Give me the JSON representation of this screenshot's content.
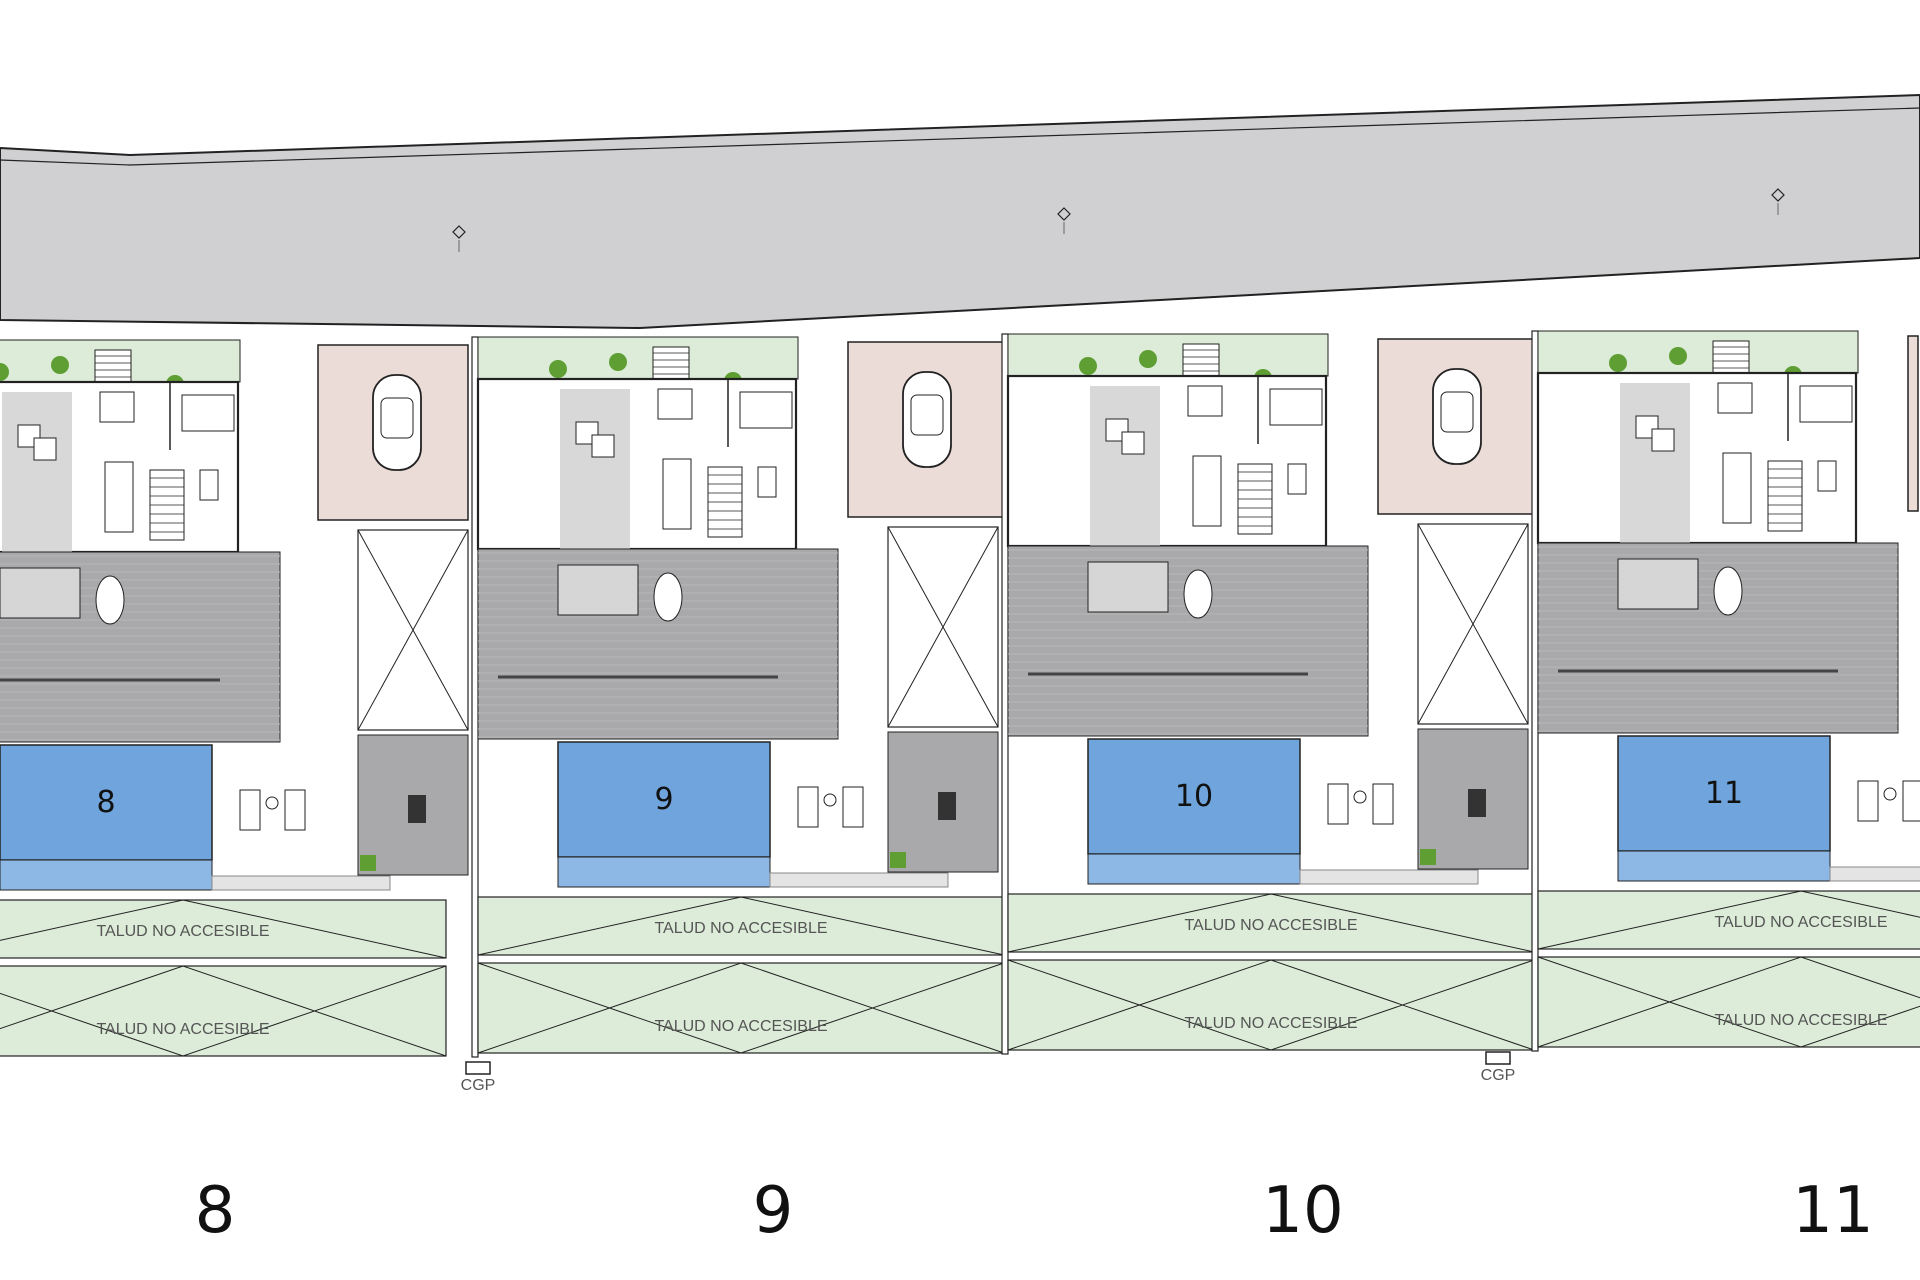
{
  "colors": {
    "road": "#d0d0d2",
    "garden": "#dcecd8",
    "pool": "#6fa5dc",
    "deck": "#a9a9ab",
    "parking": "#ecdcd8",
    "line": "#222222",
    "hedge": "#5e9e33"
  },
  "lots": [
    {
      "pool_number": "8",
      "lot_number": "8",
      "slope_upper": "TALUD NO ACCESIBLE",
      "slope_lower": "TALUD NO ACCESIBLE"
    },
    {
      "pool_number": "9",
      "lot_number": "9",
      "slope_upper": "TALUD NO ACCESIBLE",
      "slope_lower": "TALUD NO ACCESIBLE"
    },
    {
      "pool_number": "10",
      "lot_number": "10",
      "slope_upper": "TALUD NO ACCESIBLE",
      "slope_lower": "TALUD NO ACCESIBLE"
    },
    {
      "pool_number": "11",
      "lot_number": "11",
      "slope_upper": "TALUD NO ACCESIBLE",
      "slope_lower": "TALUD NO ACCESIBLE"
    }
  ],
  "cgp_labels": [
    "CGP",
    "CGP"
  ],
  "icons": [
    "road-marker-icon",
    "car-icon",
    "stair-icon",
    "sofa-icon",
    "dining-table-icon",
    "lounger-icon",
    "plant-icon"
  ]
}
